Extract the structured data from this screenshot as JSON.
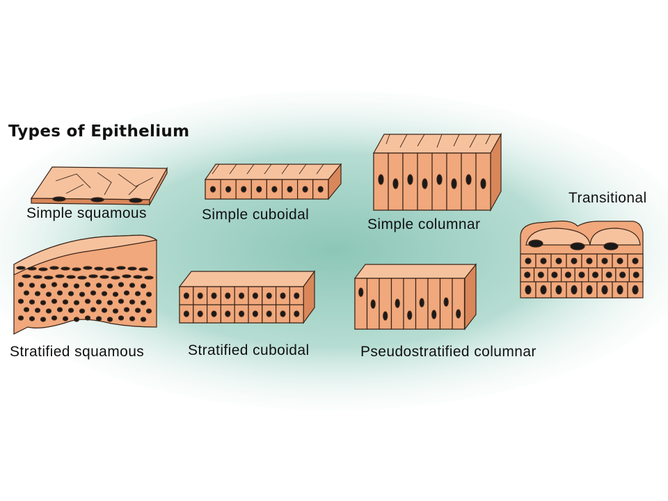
{
  "figure": {
    "title": "Types of Epithelium",
    "panels": [
      {
        "label": "Simple squamous"
      },
      {
        "label": "Simple cuboidal"
      },
      {
        "label": "Simple columnar"
      },
      {
        "label": "Transitional"
      },
      {
        "label": "Stratified squamous"
      },
      {
        "label": "Stratified cuboidal"
      },
      {
        "label": "Pseudostratified columnar"
      }
    ]
  },
  "colors": {
    "cell_fill": "#f0a87c",
    "cell_top": "#f6c29e",
    "cell_dark": "#d9875a",
    "nucleus": "#1a1a1a",
    "outline": "#3a2418",
    "background_glow": "#9fcfc3"
  }
}
